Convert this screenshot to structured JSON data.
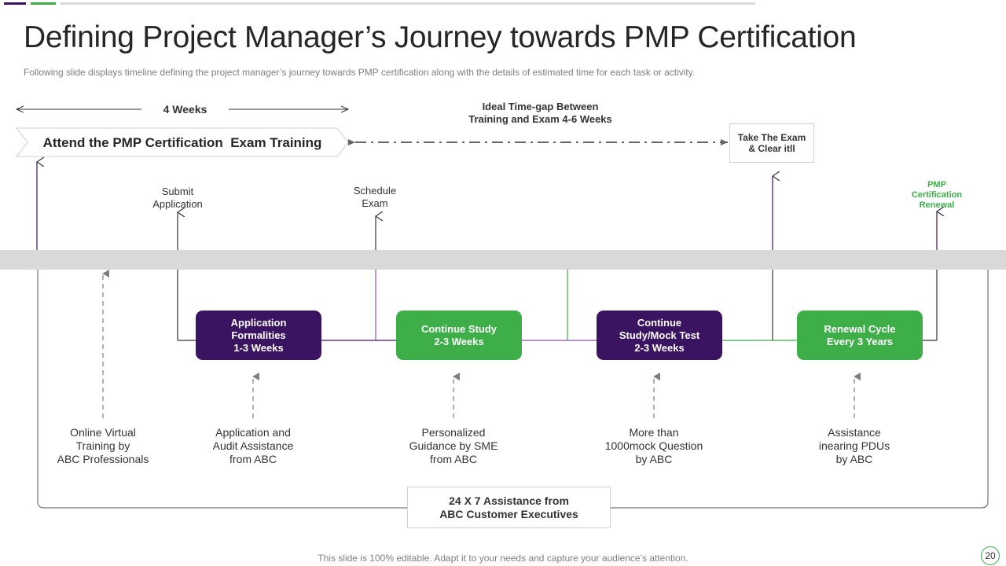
{
  "header": {
    "title": "Defining Project Manager’s Journey towards PMP Certification",
    "subtitle": "Following slide displays timeline defining the project manager’s journey towards PMP certification along with the details of estimated time for each task or activity."
  },
  "top": {
    "duration": "4 Weeks",
    "training_banner": "Attend the PMP Certification  Exam Training",
    "gap_label": "Ideal Time-gap Between\nTraining and Exam 4-6  Weeks",
    "exam_box": "Take The Exam\n& Clear itll",
    "submit_label": "Submit\nApplication",
    "schedule_label": "Schedule\nExam",
    "renewal_label": "PMP\nCertification\nRenewal"
  },
  "stages": [
    {
      "label": "Application\nFormalities\n1-3 Weeks",
      "color": "purple"
    },
    {
      "label": "Continue Study\n2-3 Weeks",
      "color": "green"
    },
    {
      "label": "Continue\nStudy/Mock Test\n2-3 Weeks",
      "color": "purple"
    },
    {
      "label": "Renewal Cycle\nEvery 3 Years",
      "color": "green"
    }
  ],
  "support": [
    "Online Virtual\nTraining by\nABC Professionals",
    "Application and\nAudit Assistance\nfrom ABC",
    "Personalized\nGuidance by SME\nfrom ABC",
    "More than\n1000mock Question\nby ABC",
    "Assistance\ninearing PDUs\nby ABC"
  ],
  "bottom_box": "24 X 7 Assistance from\nABC Customer Executives",
  "footer": "This slide is 100% editable. Adapt it to your needs and capture your audience’s attention.",
  "page_number": "20",
  "colors": {
    "purple": "#3a1460",
    "green": "#3eae49",
    "gray_band": "#d9d9d9"
  }
}
